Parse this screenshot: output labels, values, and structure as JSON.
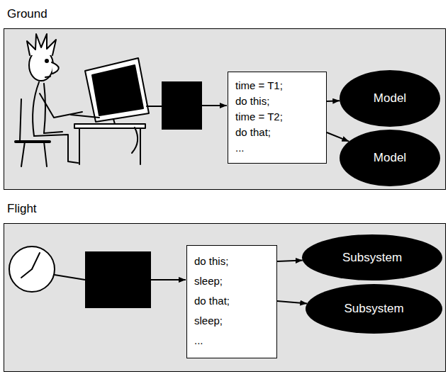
{
  "diagram": {
    "nodes": [
      {
        "text": [
          "Ground"
        ]
      },
      {
        "text": [
          "time = T1; do this; time = T2; do that; ..."
        ],
        "in": 0
      },
      {
        "text": [
          "Model"
        ],
        "in": 0
      },
      {
        "text": [
          "Model"
        ],
        "in": 0
      },
      {
        "text": [
          "Flight"
        ]
      },
      {
        "text": [
          "do this; sleep; do that; sleep; ..."
        ],
        "in": 4
      },
      {
        "text": [
          "Subsystem"
        ],
        "in": 4
      },
      {
        "text": [
          "Subsystem"
        ],
        "in": 4
      }
    ],
    "edges": [
      {
        "from": 1,
        "to": 2,
        "arrow": "to"
      },
      {
        "from": 1,
        "to": 3,
        "arrow": "to"
      },
      {
        "from": 5,
        "to": 6,
        "arrow": "to"
      },
      {
        "from": 5,
        "to": 7,
        "arrow": "to"
      }
    ]
  }
}
